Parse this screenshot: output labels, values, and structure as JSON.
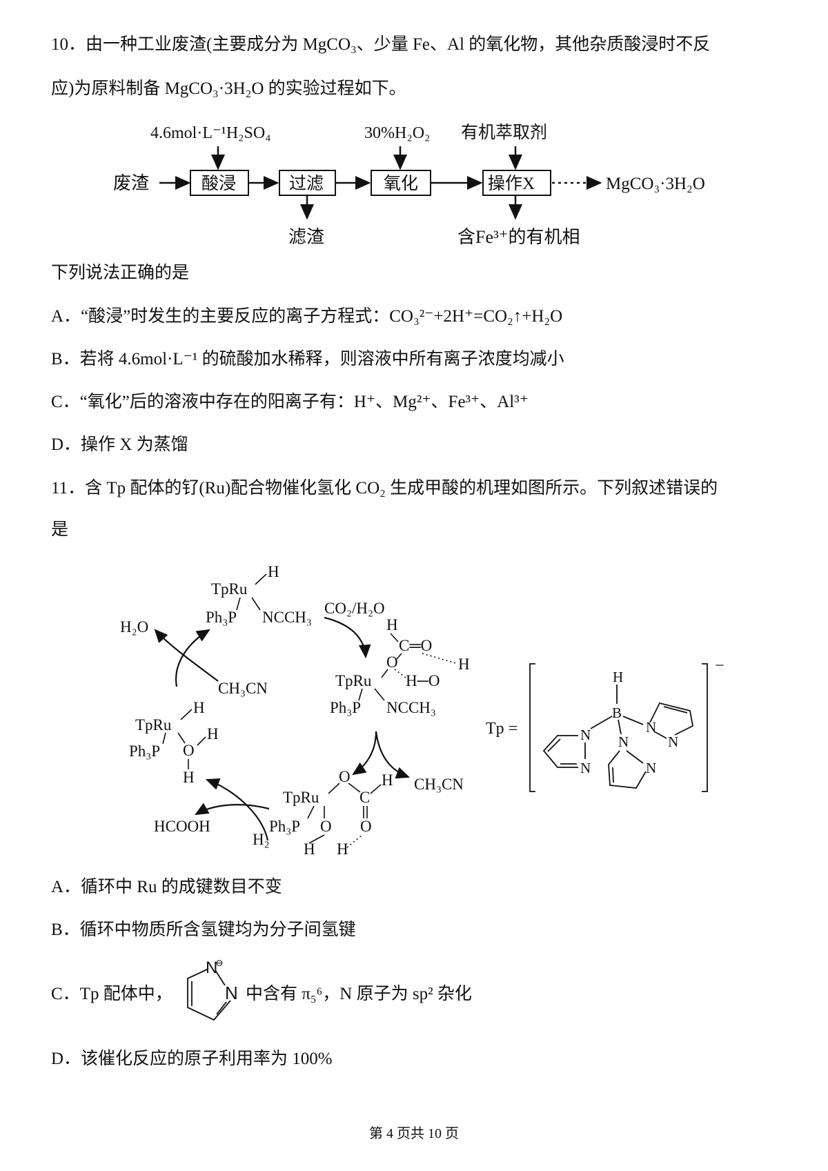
{
  "q10": {
    "line1": "10．由一种工业废渣(主要成分为 MgCO₃、少量 Fe、Al 的氧化物，其他杂质酸浸时不反",
    "line2": "应)为原料制备 MgCO₃·3H₂O 的实验过程如下。",
    "flow": {
      "reagent1": "4.6mol·L⁻¹H₂SO₄",
      "reagent2": "30%H₂O₂",
      "reagent3": "有机萃取剂",
      "start": "废渣",
      "step1": "酸浸",
      "step2": "过滤",
      "step3": "氧化",
      "step4": "操作X",
      "product": "MgCO₃·3H₂O",
      "byproduct1": "滤渣",
      "byproduct2": "含Fe³⁺的有机相"
    },
    "prompt": "下列说法正确的是",
    "options": [
      "A．“酸浸”时发生的主要反应的离子方程式：CO₃²⁻+2H⁺=CO₂↑+H₂O",
      "B．若将 4.6mol·L⁻¹ 的硫酸加水稀释，则溶液中所有离子浓度均减小",
      "C．“氧化”后的溶液中存在的阳离子有：H⁺、Mg²⁺、Fe³⁺、Al³⁺",
      "D．操作 X 为蒸馏"
    ]
  },
  "q11": {
    "line1": "11．含 Tp 配体的钌(Ru)配合物催化氢化 CO₂ 生成甲酸的机理如图所示。下列叙述错误的",
    "line2": "是",
    "diagram": {
      "labels": [
        "H",
        "TpRu",
        "Ph₃P",
        "NCCH₃",
        "CO₂/H₂O",
        "H₂O",
        "CH₃CN",
        "H",
        "C═O",
        "O",
        "H",
        "TpRu",
        "H─O",
        "Ph₃P",
        "NCCH₃",
        "H",
        "TpRu",
        "H",
        "Ph₃P",
        "O",
        "H",
        "O",
        "H",
        "CH₃CN",
        "TpRu",
        "C",
        "Ph₃P",
        "H₂",
        "O",
        "O",
        "H",
        "H",
        "HCOOH",
        "Tp =",
        "H",
        "B",
        "N",
        "N",
        "N",
        "N",
        "N",
        "N",
        "−"
      ]
    },
    "options": {
      "a": "A．循环中 Ru 的成键数目不变",
      "b": "B．循环中物质所含氢键均为分子间氢键",
      "c_prefix": "C．Tp 配体中，",
      "c_ring_n1": "N",
      "c_ring_charge": "⊖",
      "c_ring_n2": "N",
      "c_suffix": "中含有 π₅⁶，N 原子为 sp² 杂化",
      "d": "D．该催化反应的原子利用率为 100%"
    }
  },
  "footer": "第 4 页共 10 页"
}
